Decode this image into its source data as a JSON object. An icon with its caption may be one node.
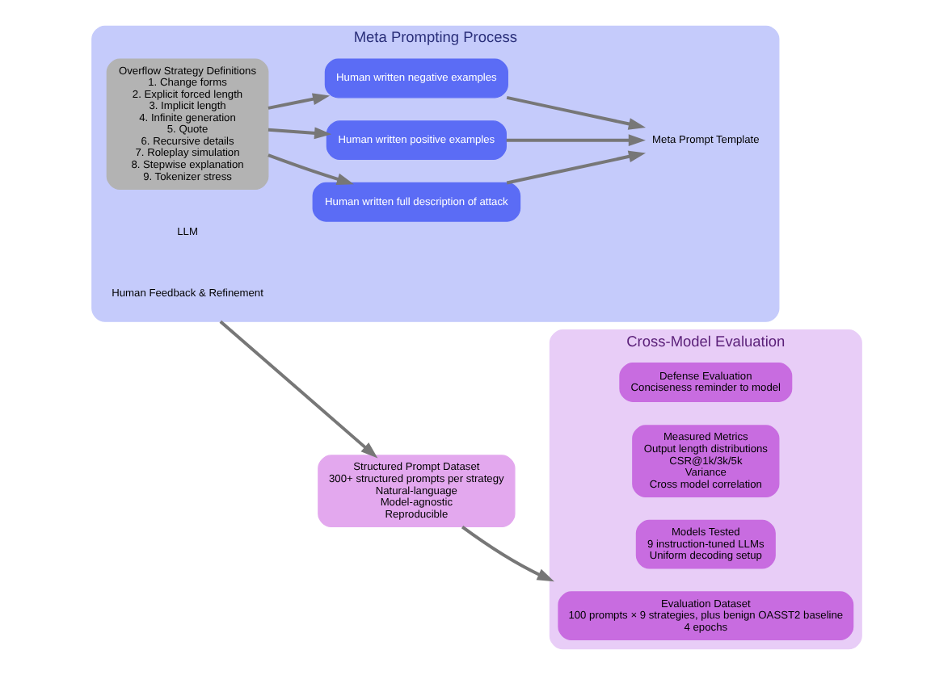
{
  "diagram": {
    "nodes": [
      {
        "text": [
          "Meta Prompting Process"
        ]
      },
      {
        "text": [
          "Overflow Strategy Definitions",
          "1. Change forms",
          "2. Explicit forced length",
          "3. Implicit length",
          "4. Infinite generation",
          "5. Quote",
          "6. Recursive details",
          "7. Roleplay simulation",
          "8. Stepwise explanation",
          "9. Tokenizer stress"
        ],
        "in": 0
      },
      {
        "text": [
          "Human written full description of attack"
        ],
        "in": 0
      },
      {
        "text": [
          "Human written positive examples"
        ],
        "in": 0
      },
      {
        "text": [
          "Human written negative examples"
        ],
        "in": 0
      },
      {
        "text": [
          "Meta Prompt Template"
        ],
        "in": 0
      },
      {
        "text": [
          "LLM"
        ],
        "in": 0
      },
      {
        "text": [
          "Human Feedback & Refinement"
        ],
        "in": 0
      },
      {
        "text": [
          "Cross-Model Evaluation"
        ]
      },
      {
        "text": [
          "Defense Evaluation",
          "Conciseness reminder to model"
        ],
        "in": 8
      },
      {
        "text": [
          "Measured Metrics",
          "Output length distributions",
          "CSR@1k/3k/5k",
          "Variance",
          "Cross model correlation"
        ],
        "in": 8
      },
      {
        "text": [
          "Models Tested",
          "9 instruction-tuned LLMs",
          "Uniform decoding setup"
        ],
        "in": 8
      },
      {
        "text": [
          "Evaluation Dataset",
          "100 prompts × 9 strategies, plus benign OASST2 baseline",
          "4 epochs"
        ],
        "in": 8
      },
      {
        "text": [
          "Structured Prompt Dataset",
          "300+ structured prompts per strategy",
          "Natural-language",
          "Model-agnostic",
          "Reproducible"
        ]
      }
    ],
    "edges": [
      {
        "from": 1,
        "to": 2,
        "arrow": "to"
      },
      {
        "from": 1,
        "to": 3,
        "arrow": "to"
      },
      {
        "from": 1,
        "to": 4,
        "arrow": "to"
      },
      {
        "from": 2,
        "to": 5,
        "arrow": "to"
      },
      {
        "from": 3,
        "to": 5,
        "arrow": "to"
      },
      {
        "from": 4,
        "to": 5,
        "arrow": "to"
      },
      {
        "from": 0,
        "to": 13,
        "arrow": "to"
      },
      {
        "from": 13,
        "to": 8,
        "arrow": "to"
      }
    ]
  }
}
